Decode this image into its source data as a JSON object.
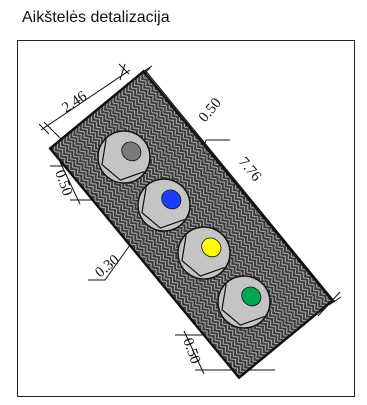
{
  "title": "Aikštelės detalizacija",
  "dimensions": {
    "width": "2.46",
    "length": "7.76",
    "bin_gap_top": "0.50",
    "side_margin_upper": "0.50",
    "bin_spacing": "0.30",
    "side_margin_lower": "0.50"
  },
  "colors": {
    "pad_fill": "#3a3a3a",
    "bin_body": "#c4c4c4",
    "lid_1": "#7a7a7a",
    "lid_2": "#1a3dff",
    "lid_3": "#ffff00",
    "lid_4": "#00a651"
  },
  "bins": [
    {
      "name": "grey-bin",
      "lid_color": "#7a7a7a"
    },
    {
      "name": "blue-bin",
      "lid_color": "#1a3dff"
    },
    {
      "name": "yellow-bin",
      "lid_color": "#ffff00"
    },
    {
      "name": "green-bin",
      "lid_color": "#00a651"
    }
  ]
}
